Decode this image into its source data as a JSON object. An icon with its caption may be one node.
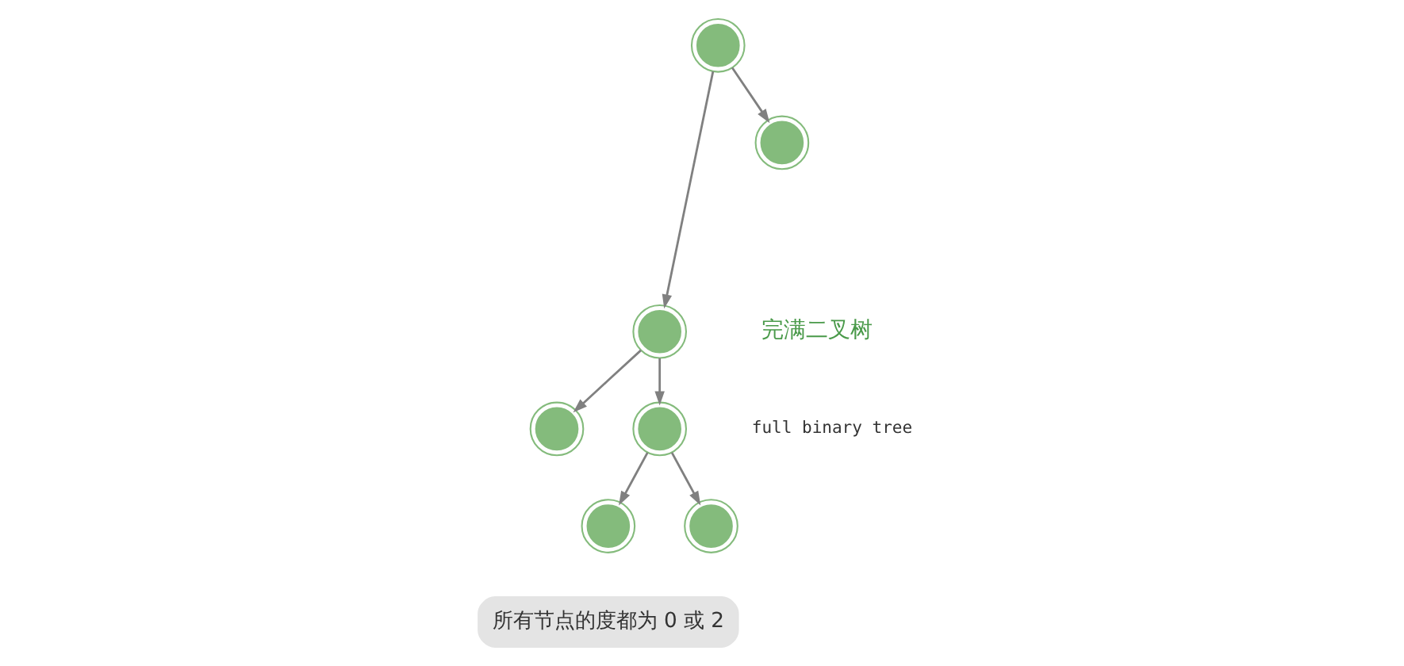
{
  "diagram": {
    "nodes": [
      {
        "text": [],
        "shape": "circle"
      },
      {
        "text": [],
        "shape": "circle"
      },
      {
        "text": [],
        "shape": "circle"
      },
      {
        "text": [],
        "shape": "circle"
      },
      {
        "text": [],
        "shape": "circle"
      },
      {
        "text": [],
        "shape": "circle"
      },
      {
        "text": [],
        "shape": "circle"
      }
    ],
    "edges": [
      {
        "from": 0,
        "to": 1,
        "arrow": "to"
      },
      {
        "from": 0,
        "to": 2,
        "arrow": "to"
      },
      {
        "from": 1,
        "to": 3,
        "arrow": "to"
      },
      {
        "from": 1,
        "to": 4,
        "arrow": "to"
      },
      {
        "from": 4,
        "to": 5,
        "arrow": "to"
      },
      {
        "from": 4,
        "to": 6,
        "arrow": "to"
      }
    ],
    "labels": [
      "完满二叉树",
      "full binary tree",
      "所有节点的度都为 0 或 2"
    ]
  }
}
